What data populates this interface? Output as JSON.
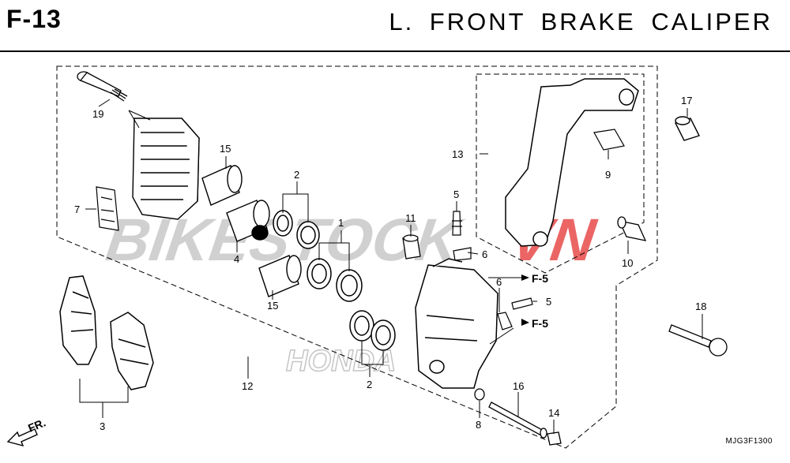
{
  "header": {
    "code": "F-13",
    "title": "L.  FRONT  BRAKE  CALIPER"
  },
  "watermark": {
    "text_a": "BIKESTOCK",
    "text_b": "VN",
    "brand": "HONDA"
  },
  "callouts": {
    "n1": "1",
    "n2a": "2",
    "n2b": "2",
    "n3": "3",
    "n4": "4",
    "n5a": "5",
    "n5b": "5",
    "n6a": "6",
    "n6b": "6",
    "n7": "7",
    "n8": "8",
    "n9": "9",
    "n10": "10",
    "n11": "11",
    "n12": "12",
    "n13": "13",
    "n14": "14",
    "n15a": "15",
    "n15b": "15",
    "n16": "16",
    "n17": "17",
    "n18": "18",
    "n19": "19"
  },
  "refs": {
    "f5a": "F-5",
    "f5b": "F-5"
  },
  "front_arrow": "FR.",
  "diagram_code": "MJG3F1300",
  "colors": {
    "line": "#000000",
    "watermark_grey": "#c8c8c8",
    "watermark_red": "#e84a4a",
    "part_fill": "#ffffff"
  }
}
